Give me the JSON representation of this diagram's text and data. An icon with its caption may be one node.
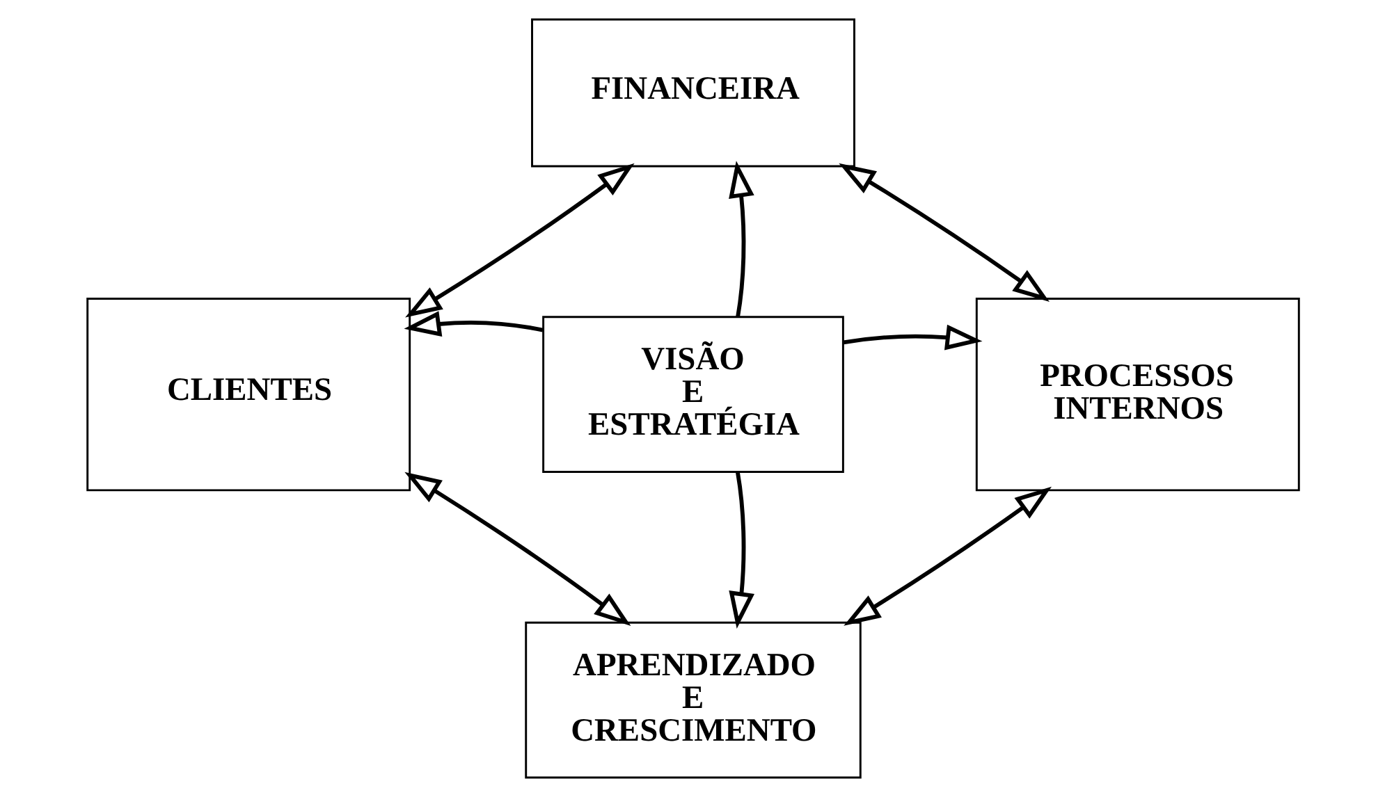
{
  "diagram": {
    "nodes": [
      {
        "text": [
          "FINANCEIRA"
        ]
      },
      {
        "text": [
          "CLIENTES"
        ]
      },
      {
        "text": [
          "VISÃO E ESTRATÉGIA"
        ]
      },
      {
        "text": [
          "PROCESSOS INTERNOS"
        ]
      },
      {
        "text": [
          "APRENDIZADO E CRESCIMENTO"
        ]
      }
    ],
    "edges": [
      {
        "from": 2,
        "to": 0,
        "arrow": "to"
      },
      {
        "from": 2,
        "to": 1,
        "arrow": "to"
      },
      {
        "from": 2,
        "to": 3,
        "arrow": "to"
      },
      {
        "from": 2,
        "to": 4,
        "arrow": "to"
      },
      {
        "from": 1,
        "to": 0,
        "arrow": "both"
      },
      {
        "from": 0,
        "to": 3,
        "arrow": "both"
      },
      {
        "from": 1,
        "to": 4,
        "arrow": "both"
      },
      {
        "from": 3,
        "to": 4,
        "arrow": "both"
      }
    ]
  }
}
